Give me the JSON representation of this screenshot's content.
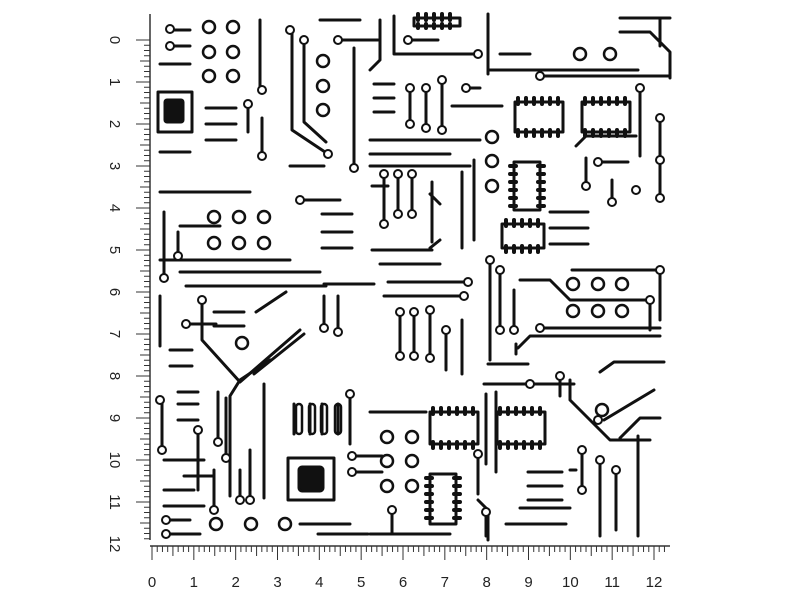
{
  "rulers": {
    "units": [
      "0",
      "1",
      "2",
      "3",
      "4",
      "5",
      "6",
      "7",
      "8",
      "9",
      "10",
      "11",
      "12"
    ]
  },
  "colors": {
    "trace": "#111111",
    "background": "#ffffff",
    "ruler": "#333333"
  }
}
